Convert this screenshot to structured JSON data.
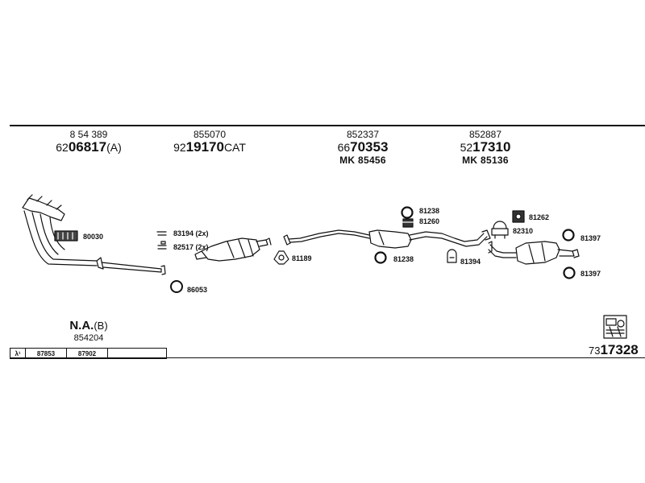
{
  "groups": [
    {
      "line1": "8 54 389",
      "line2_prefix": "62",
      "line2_bold": "06817",
      "line2_suffix": "(A)",
      "line3": ""
    },
    {
      "line1": "855070",
      "line2_prefix": "92",
      "line2_bold": "19170",
      "line2_suffix": "CAT",
      "line3": ""
    },
    {
      "line1": "852337",
      "line2_prefix": "66",
      "line2_bold": "70353",
      "line2_suffix": "",
      "line3": "MK  85456"
    },
    {
      "line1": "852887",
      "line2_prefix": "52",
      "line2_bold": "17310",
      "line2_suffix": "",
      "line3": "MK  85136"
    }
  ],
  "parts": {
    "p80030": "80030",
    "p83194": "83194 (2x)",
    "p82517": "82517 (2x)",
    "p86053": "86053",
    "p81189": "81189",
    "p81238a": "81238",
    "p81260": "81260",
    "p81238b": "81238",
    "p81394": "81394",
    "p81262": "81262",
    "p82310": "82310",
    "p81397a": "81397",
    "p81397b": "81397"
  },
  "footer": {
    "na_bold": "N.A.",
    "na_suffix": "(B)",
    "na_number": "854204",
    "lambda": "λ¹",
    "cell1": "87853",
    "cell2": "87902",
    "cell3": "",
    "total_prefix": "73",
    "total_bold": "17328"
  },
  "icons": {
    "clamp": "clamp-block-icon",
    "info": "parts-box-icon"
  }
}
